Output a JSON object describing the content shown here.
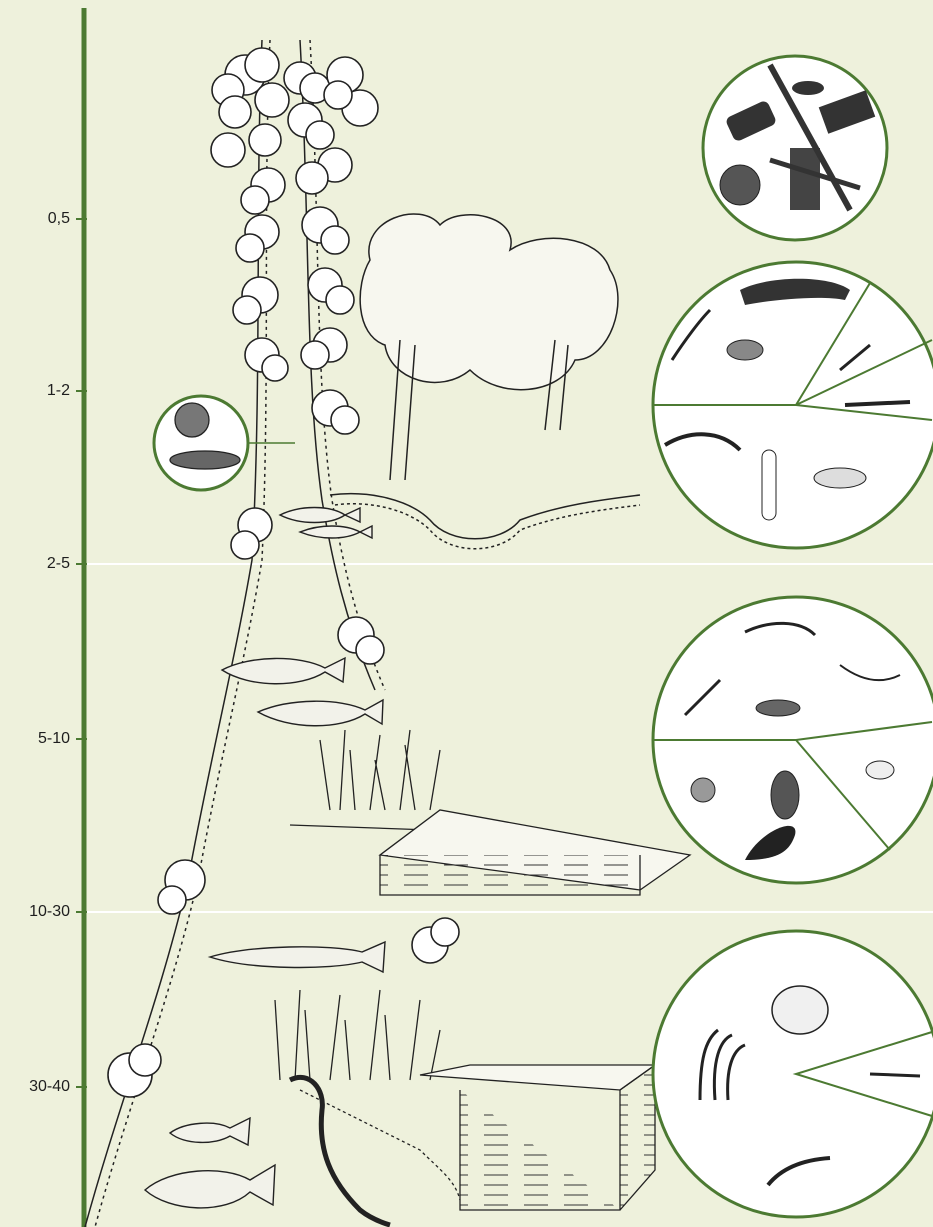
{
  "axis": {
    "color": "#4c7a32",
    "ticks": [
      "0,5",
      "1-2",
      "2-5",
      "5-10",
      "10-30",
      "30-40"
    ]
  },
  "band_lines": {
    "color": "#ffffff"
  },
  "circle_color": "#4c7a32",
  "background": "#eef1dc"
}
